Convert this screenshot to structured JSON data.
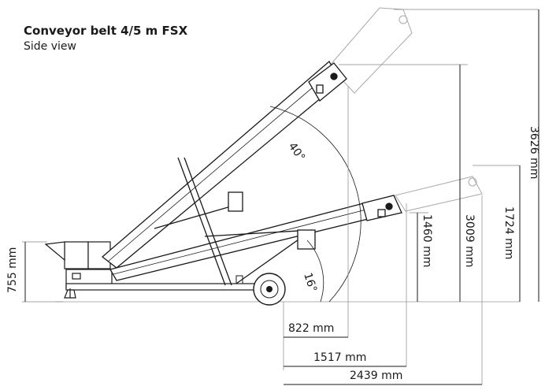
{
  "title": "Conveyor belt 4/5 m FSX",
  "subtitle": "Side view",
  "angles": {
    "upper": "40°",
    "lower": "16°"
  },
  "dimensions": {
    "base_height": "755 mm",
    "h_1460": "1460 mm",
    "h_3009": "3009 mm",
    "h_1724": "1724 mm",
    "h_3626": "3626 mm",
    "w_822": "822 mm",
    "w_1517": "1517 mm",
    "w_2439": "2439 mm"
  },
  "colors": {
    "line": "#1a1a1a",
    "ghost": "#aaaaaa",
    "fill": "#ffffff"
  }
}
